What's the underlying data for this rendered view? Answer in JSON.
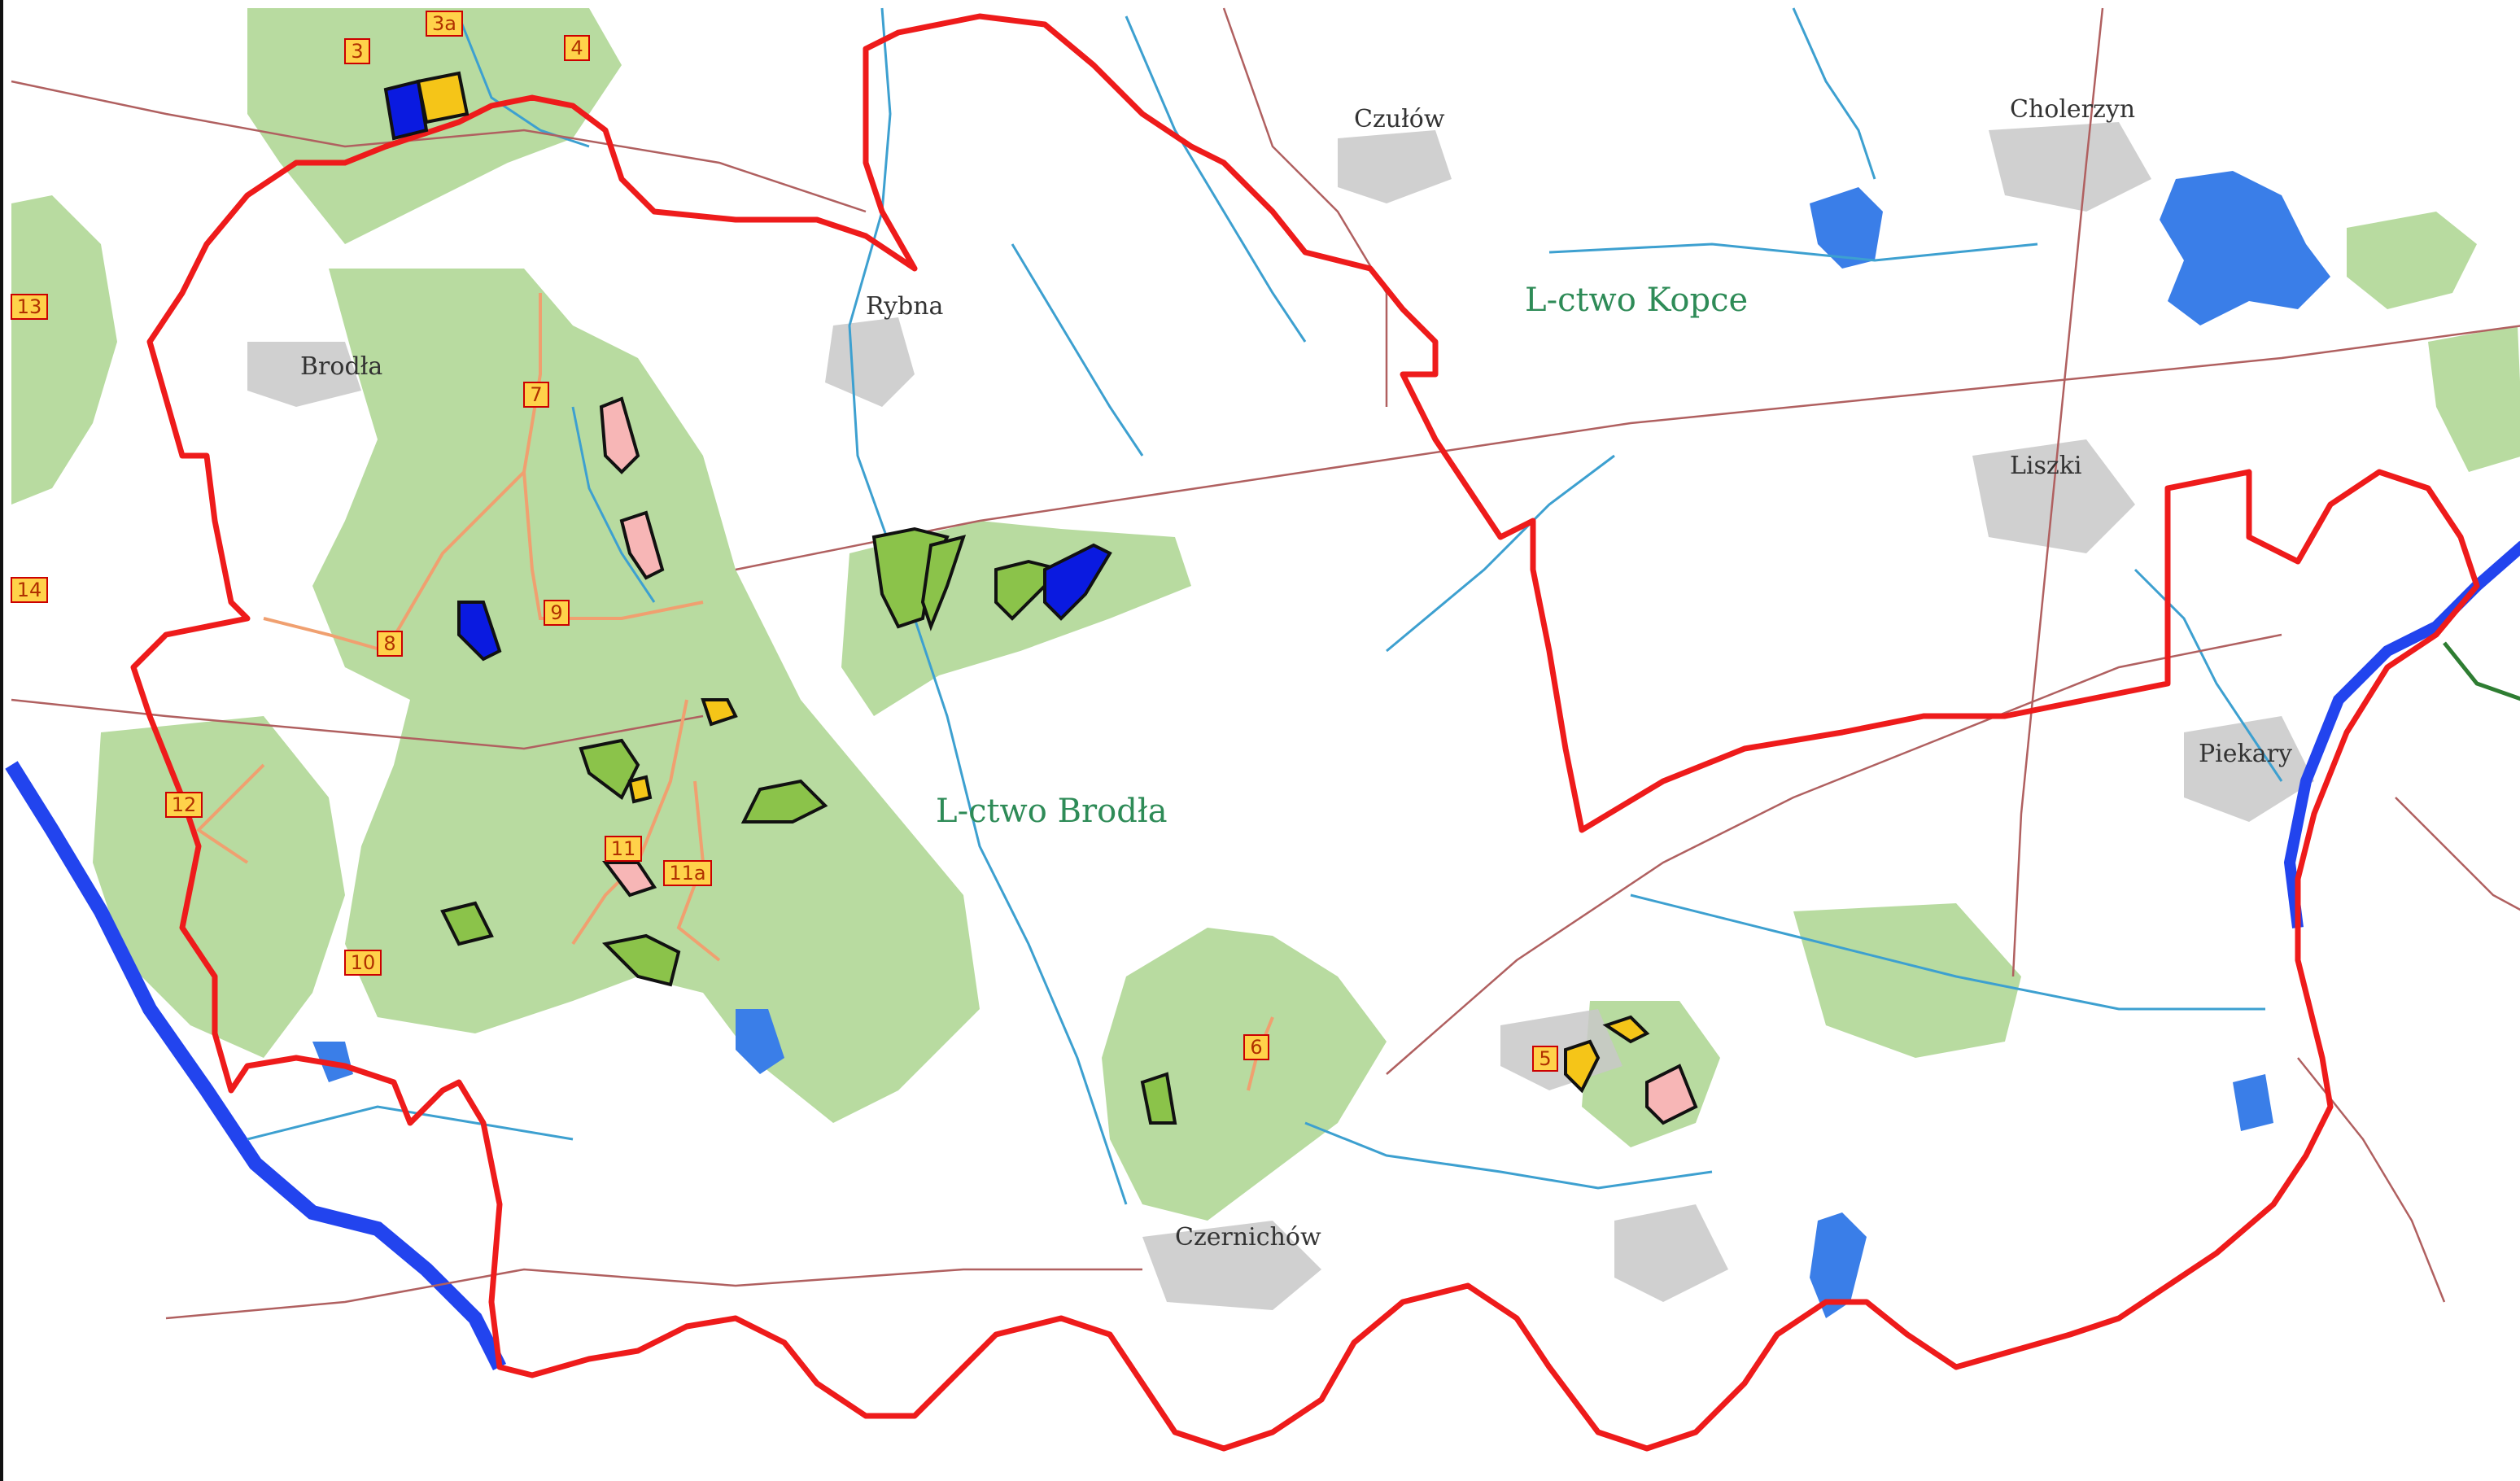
{
  "colors": {
    "forest": "#b8dba0",
    "water": "#3a7ee8",
    "stream": "#3da0d0",
    "road": "#b06060",
    "settlement": "#c8c8c8",
    "boundary": "#ee1b1b",
    "route": "#ffd24a",
    "label_district": "#2e8b57",
    "patch_green": "#8bc34a",
    "patch_yellow": "#f5c518",
    "patch_pink": "#f7b6b6",
    "patch_blue": "#0a1ae0"
  },
  "towns": {
    "czulow": "Czułów",
    "cholerzyn": "Cholerzyn",
    "rybna": "Rybna",
    "brodla": "Brodła",
    "liszki": "Liszki",
    "piekary": "Piekary",
    "czernichow": "Czernichów"
  },
  "districts": {
    "kopce": "L-ctwo Kopce",
    "brodla": "L-ctwo Brodła"
  },
  "routes": {
    "r3": "3",
    "r3a": "3a",
    "r4": "4",
    "r7": "7",
    "r8": "8",
    "r9": "9",
    "r10": "10",
    "r11": "11",
    "r11a": "11a",
    "r12": "12",
    "r13": "13",
    "r14": "14",
    "r5": "5",
    "r6": "6"
  }
}
